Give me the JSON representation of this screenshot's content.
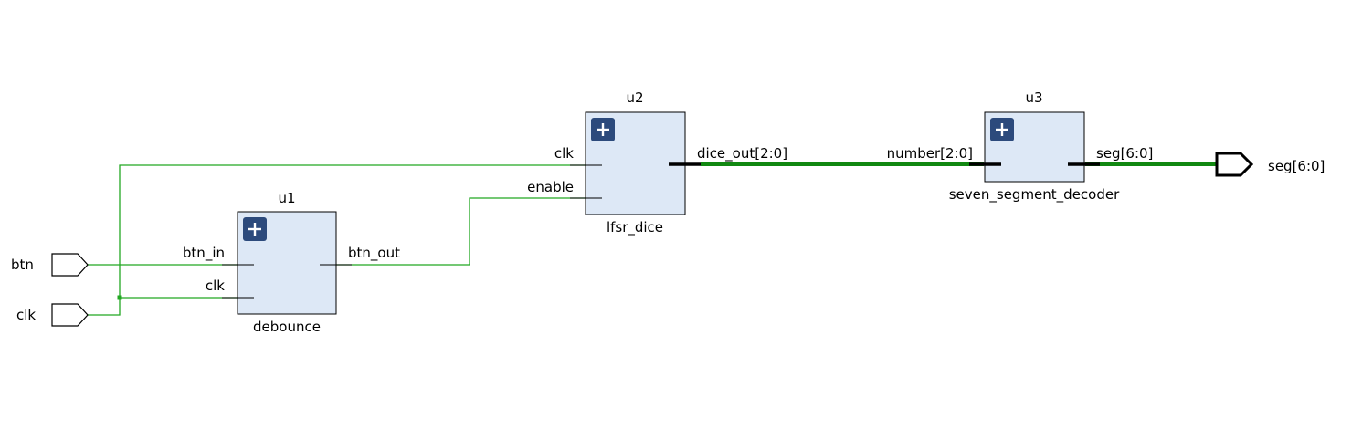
{
  "ports": {
    "btn": "btn",
    "clk": "clk",
    "seg": "seg[6:0]"
  },
  "instances": {
    "u1": {
      "name": "u1",
      "cell": "debounce",
      "pins": {
        "btn_in": "btn_in",
        "clk": "clk",
        "btn_out": "btn_out"
      }
    },
    "u2": {
      "name": "u2",
      "cell": "lfsr_dice",
      "pins": {
        "clk": "clk",
        "enable": "enable",
        "dice_out": "dice_out[2:0]"
      }
    },
    "u3": {
      "name": "u3",
      "cell": "seven_segment_decoder",
      "pins": {
        "number": "number[2:0]",
        "seg": "seg[6:0]"
      }
    }
  },
  "colors": {
    "instance_fill": "#dde8f6",
    "expand_button": "#2c4a7c",
    "net": "#22a822",
    "bus_net": "#118811"
  },
  "icons": {
    "expand": "plus-icon"
  }
}
